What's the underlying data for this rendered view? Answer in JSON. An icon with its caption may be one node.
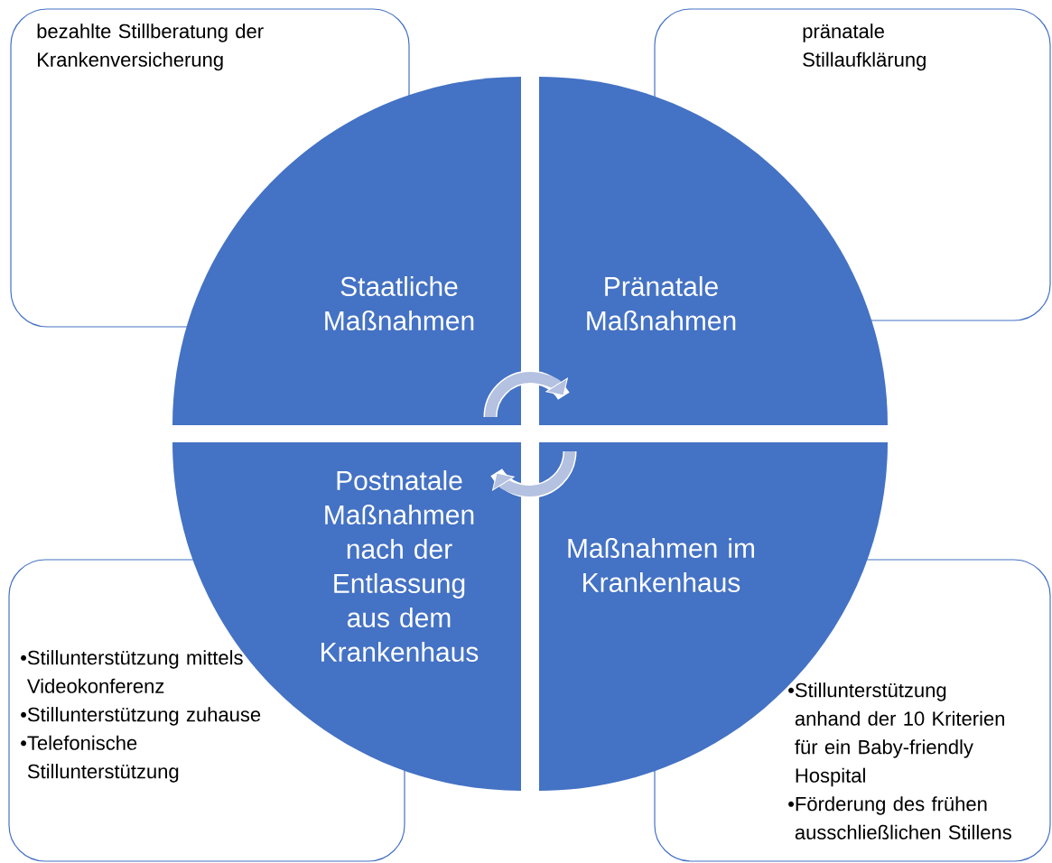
{
  "diagram": {
    "nodes": [
      {
        "text": [
          "bezahlte Stillberatung der Krankenversicherung"
        ]
      },
      {
        "text": [
          "pränatale Stillaufklärung"
        ]
      },
      {
        "text": [
          "Staatliche Maßnahmen"
        ]
      },
      {
        "text": [
          "Pränatale Maßnahmen"
        ]
      },
      {
        "text": [
          "Postnatale Maßnahmen nach der Entlassung aus dem Krankenhaus"
        ]
      },
      {
        "text": [
          "Maßnahmen im Krankenhaus"
        ]
      },
      {
        "text": [
          "•Stillunterstützung mittels Videokonferenz",
          "•Stillunterstützung zuhause",
          "•Telefonische Stillunterstützung"
        ]
      },
      {
        "text": [
          "•Stillunterstützung anhand der 10 Kriterien für ein Baby-friendly Hospital",
          "•Förderung des frühen ausschließlichen Stillens"
        ]
      }
    ],
    "edges": [
      {
        "from": 2,
        "to": 3,
        "arrow": "to"
      },
      {
        "from": 5,
        "to": 4,
        "arrow": "to"
      }
    ]
  }
}
